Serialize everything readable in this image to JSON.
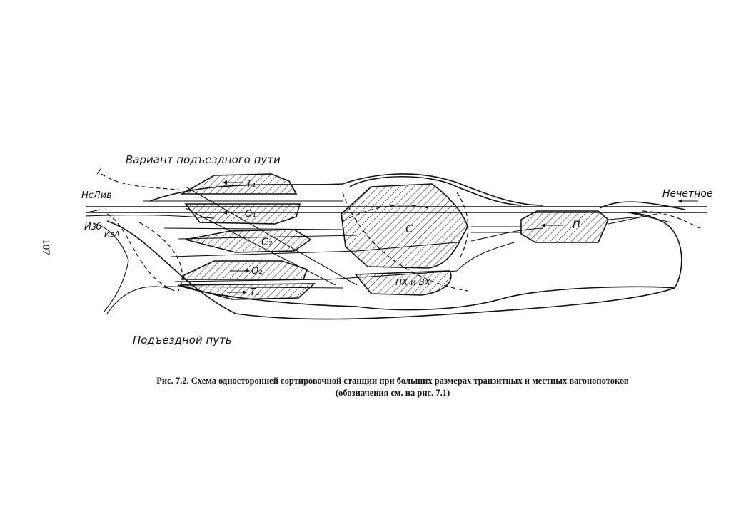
{
  "page_number": "107",
  "diagram": {
    "label_access_variant": "Вариант подъездного пути",
    "label_access_track": "Подъездной путь",
    "label_odd_direction": "Нечетное",
    "label_ncliv": "НсЛив",
    "label_izb": "Изб",
    "label_iza": "ИзА",
    "yard_t1": "Т₁",
    "yard_o1": "О₁",
    "yard_c2": "С₂",
    "yard_o2": "О₂",
    "yard_t2": "Т₂",
    "yard_c": "С",
    "yard_pxvx": "ПХ и ВХ",
    "yard_p": "П"
  },
  "caption": {
    "line1": "Рис. 7.2. Схема односторонней сортировочной станции при больших размерах транзитных и местных вагонопотоков",
    "line2": "(обозначения см. на рис. 7.1)"
  }
}
